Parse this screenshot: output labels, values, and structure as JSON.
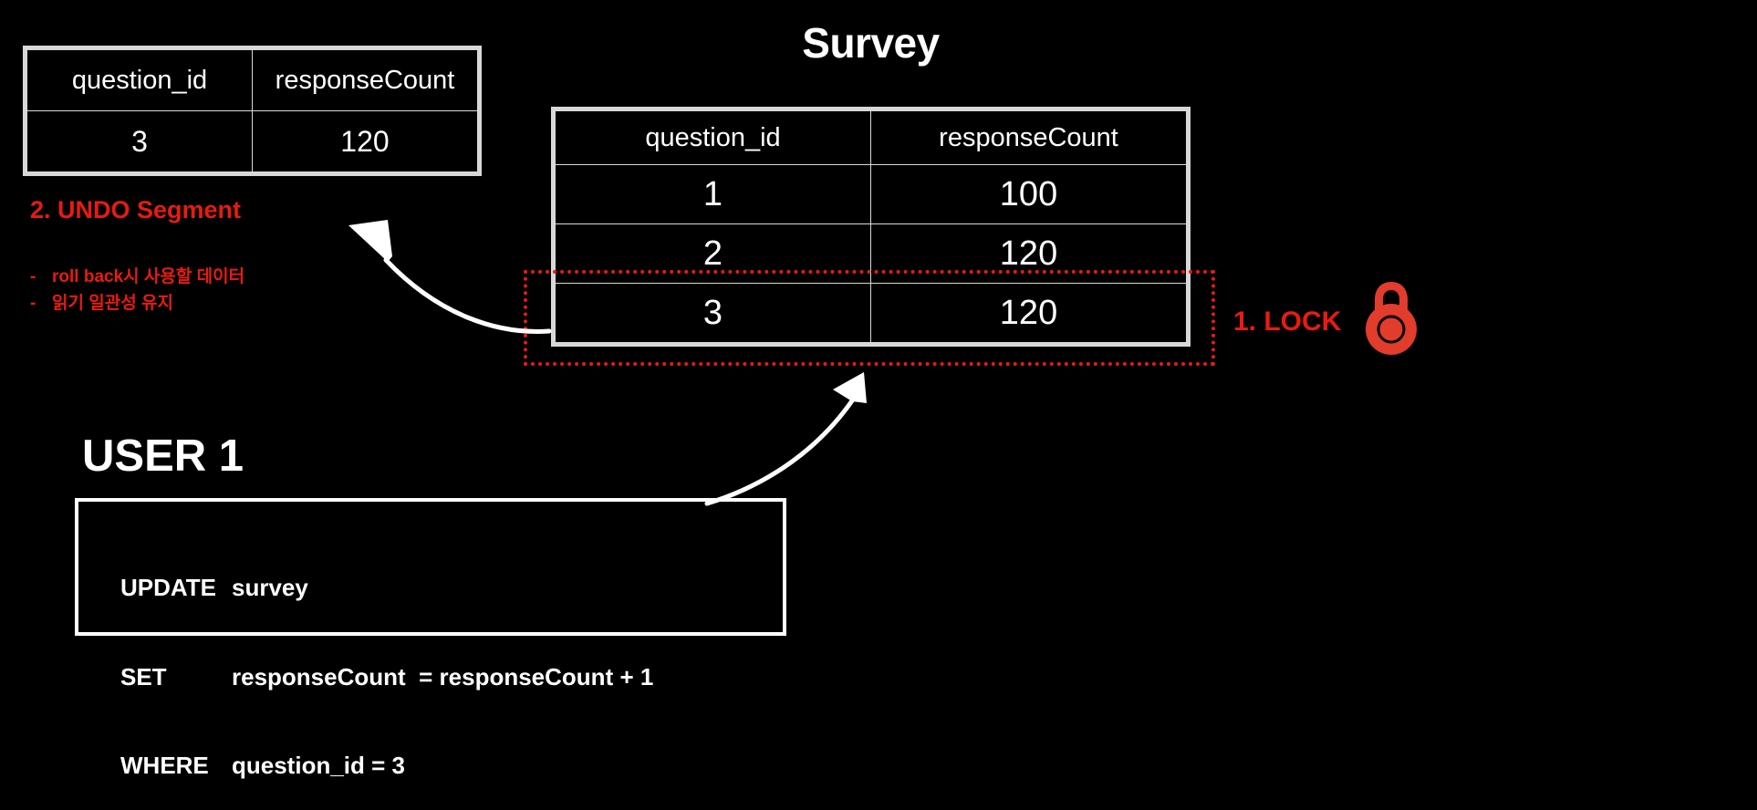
{
  "diagram": {
    "background": "#000000",
    "accent_red": "#e81b10",
    "lock_icon_red": "#e23c2c",
    "line_gray": "#d8d8d8"
  },
  "survey": {
    "title": "Survey",
    "columns": [
      "question_id",
      "responseCount"
    ],
    "rows": [
      {
        "question_id": "1",
        "responseCount": "100"
      },
      {
        "question_id": "2",
        "responseCount": "120"
      },
      {
        "question_id": "3",
        "responseCount": "120"
      }
    ]
  },
  "undo_segment": {
    "heading": "2. UNDO Segment",
    "columns": [
      "question_id",
      "responseCount"
    ],
    "rows": [
      {
        "question_id": "3",
        "responseCount": "120"
      }
    ],
    "notes": [
      {
        "dash": "-",
        "text": "roll back시 사용할 데이터"
      },
      {
        "dash": "-",
        "text": "읽기 일관성 유지"
      }
    ]
  },
  "lock": {
    "label": "1. LOCK",
    "icon": "padlock-icon"
  },
  "user": {
    "label": "USER 1",
    "sql": {
      "line1_keyword": "UPDATE",
      "line1_rest": "survey",
      "line2_keyword": "SET",
      "line2_rest": "responseCount  = responseCount + 1",
      "line3_keyword": "WHERE",
      "line3_rest": "question_id = 3"
    }
  },
  "arrows": [
    {
      "name": "arrow-lock-to-undo",
      "from": "lock-box",
      "to": "undo-table"
    },
    {
      "name": "arrow-sql-to-lock",
      "from": "sql-box",
      "to": "lock-box"
    }
  ]
}
